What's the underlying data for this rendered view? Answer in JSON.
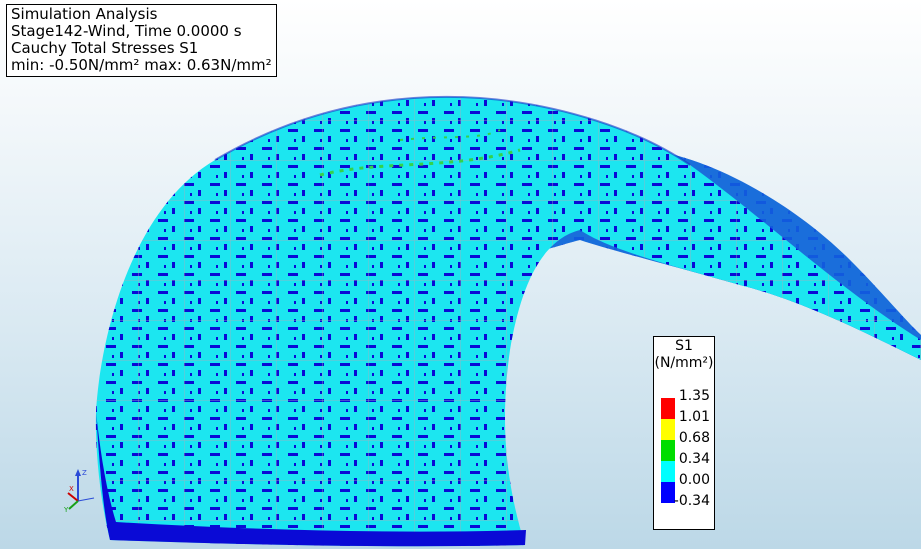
{
  "info": {
    "title": "Simulation Analysis",
    "stage": "Stage142-Wind, Time 0.0000 s",
    "result": "Cauchy Total Stresses S1",
    "range": "min: -0.50N/mm² max:  0.63N/mm²"
  },
  "legend": {
    "name": "S1",
    "unit": "(N/mm²)",
    "ticks": [
      "1.35",
      "1.01",
      "0.68",
      "0.34",
      "0.00",
      "-0.34"
    ],
    "colors": [
      "#ff0000",
      "#ffff00",
      "#00dd00",
      "#00ffff",
      "#0000ff"
    ]
  },
  "model": {
    "surface_color": "#1ce6f0",
    "low_stress_color": "#0a0ad6",
    "mid_stress_color": "#34d24a"
  },
  "axes_triad": {
    "labels": [
      "Z",
      "X",
      "Y"
    ],
    "colors": [
      "#2a4bd7",
      "#cc0000",
      "#18a018"
    ]
  }
}
